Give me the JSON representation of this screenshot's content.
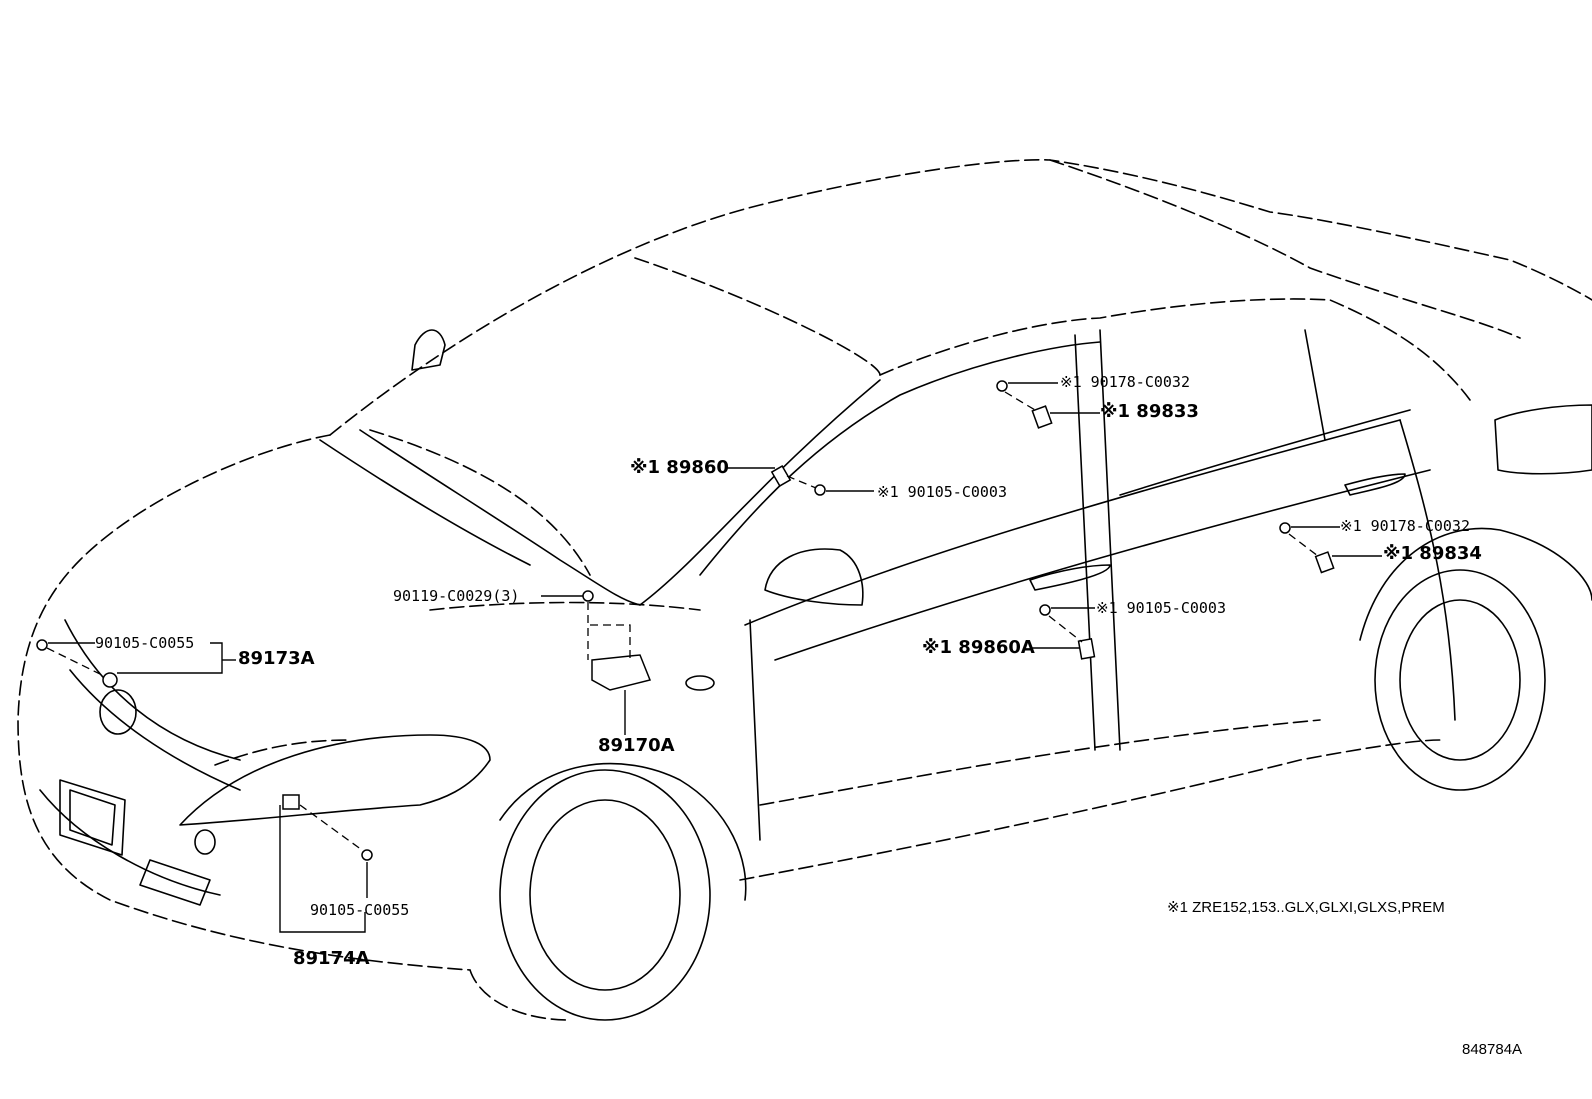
{
  "labels": {
    "l_90178_top": "※1 90178-C0032",
    "l_89833": "※1 89833",
    "l_89860": "※1 89860",
    "l_90105_c0003_top": "※1 90105-C0003",
    "l_90178_right": "※1 90178-C0032",
    "l_89834": "※1 89834",
    "l_90119": "90119-C0029(3)",
    "l_90105_c0003_mid": "※1 90105-C0003",
    "l_89860a": "※1 89860A",
    "l_90105_c0055_left": "90105-C0055",
    "l_89173a": "89173A",
    "l_89170a": "89170A",
    "l_90105_c0055_bottom": "90105-C0055",
    "l_89174a": "89174A"
  },
  "legend_note": "※1 ZRE152,153..GLX,GLXI,GLXS,PREM",
  "figure_code": "848784A"
}
